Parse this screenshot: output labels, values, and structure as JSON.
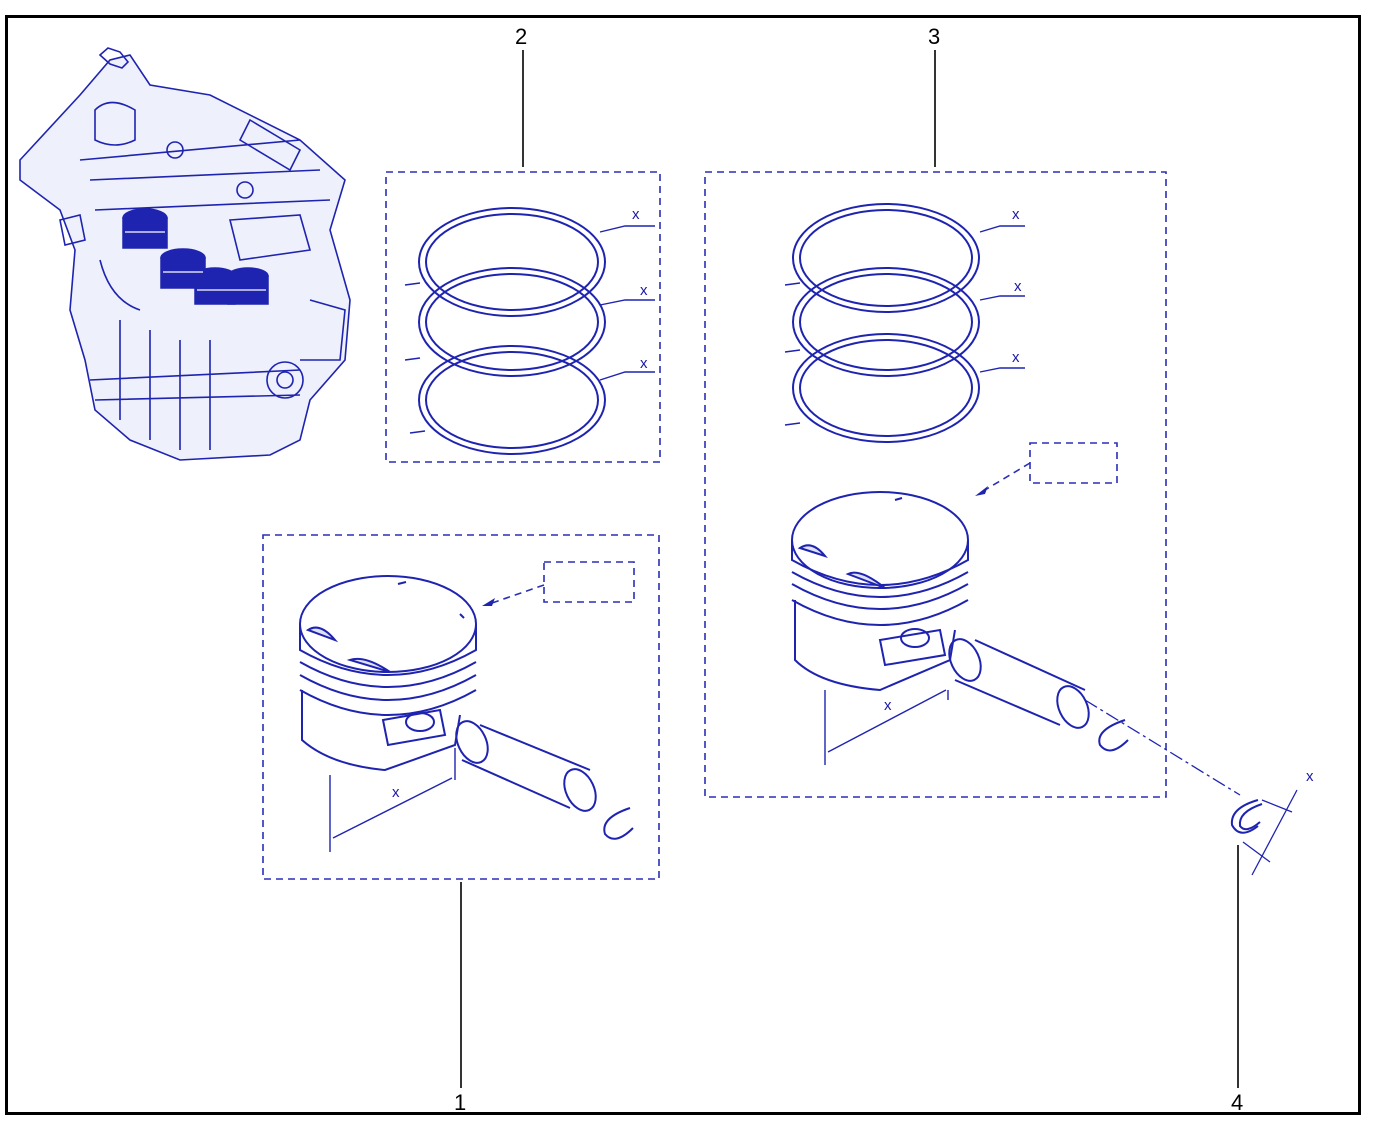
{
  "callouts": {
    "part1": "1",
    "part2": "2",
    "part3": "3",
    "part4": "4"
  },
  "dimension_label": "x",
  "colors": {
    "line": "#1f24b0",
    "frame": "#000000",
    "background": "#ffffff"
  }
}
